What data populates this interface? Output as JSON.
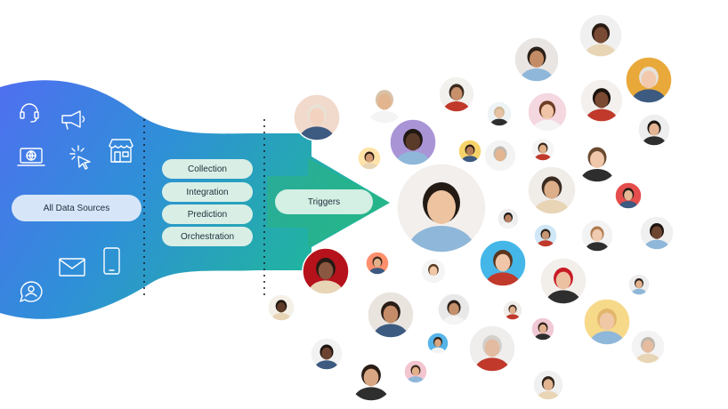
{
  "sources": {
    "label": "All Data Sources",
    "icons": [
      "headset-icon",
      "megaphone-icon",
      "laptop-globe-icon",
      "click-cursor-icon",
      "storefront-icon",
      "envelope-icon",
      "smartphone-icon",
      "chat-person-icon"
    ]
  },
  "stages": {
    "items": [
      {
        "label": "Collection"
      },
      {
        "label": "Integration"
      },
      {
        "label": "Prediction"
      },
      {
        "label": "Orchestration"
      }
    ]
  },
  "triggers": {
    "label": "Triggers"
  },
  "audience": {
    "description_icon": "customer-portrait-icon"
  },
  "colors": {
    "gradient_start": "#4f6ff0",
    "gradient_mid": "#2f8fd8",
    "gradient_end": "#1fb89a",
    "arrow": "#2cb27e",
    "pill_blue": "#d6e6f8",
    "pill_green": "#d9efe6"
  }
}
